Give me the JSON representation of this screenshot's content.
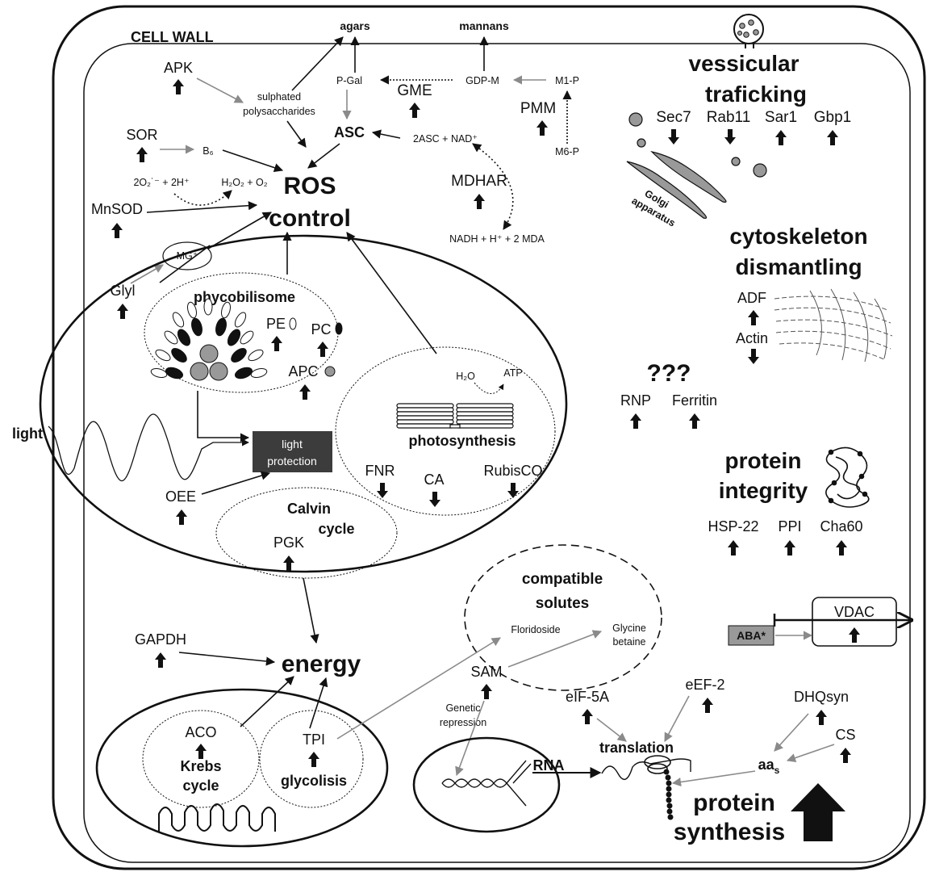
{
  "colors": {
    "arrow_dark": "#111111",
    "arrow_gray": "#8a8a8a",
    "gray_fill": "#999999",
    "box_dark": "#3c3c3c"
  },
  "cell_wall": "CELL WALL",
  "top": {
    "agars": "agars",
    "mannans": "mannans",
    "sulphated_1": "sulphated",
    "sulphated_2": "polysaccharides",
    "pgal": "P-Gal",
    "gdpm": "GDP-M",
    "m1p": "M1-P",
    "m6p": "M6-P",
    "asc": "ASC",
    "asc_nad": "2ASC + NAD⁺",
    "nadh": "NADH + H⁺ + 2 MDA",
    "b6": "B₆",
    "superoxide": "2O₂˙⁻ + 2H⁺",
    "h2o2": "H₂O₂ + O₂",
    "mg": "MG⁺"
  },
  "ros": {
    "line1": "ROS",
    "line2": "control"
  },
  "enzymes": {
    "apk": "APK",
    "sor": "SOR",
    "mnsod": "MnSOD",
    "glyl": "Glyl",
    "gme": "GME",
    "pmm": "PMM",
    "mdhar": "MDHAR"
  },
  "chloroplast": {
    "phycobilisome": "phycobilisome",
    "pe": "PE",
    "pc": "PC",
    "apc": "APC",
    "h2o": "H₂O",
    "atp": "ATP",
    "photosynthesis": "photosynthesis",
    "fnr": "FNR",
    "ca": "CA",
    "rubisco": "RubisCO",
    "light_protection_1": "light",
    "light_protection_2": "protection",
    "oee": "OEE",
    "calvin_1": "Calvin",
    "calvin_2": "cycle",
    "pgk": "PGK"
  },
  "light": "light",
  "energy": {
    "label": "energy",
    "gapdh": "GAPDH"
  },
  "mito": {
    "aco": "ACO",
    "krebs_1": "Krebs",
    "krebs_2": "cycle",
    "tpi": "TPI",
    "glycolisis": "glycolisis"
  },
  "solutes": {
    "title_1": "compatible",
    "title_2": "solutes",
    "floridoside": "Floridoside",
    "glycine_1": "Glycine",
    "glycine_2": "betaine",
    "sam": "SAM",
    "genetic_1": "Genetic",
    "genetic_2": "repression"
  },
  "nucleus": {
    "rna": "RNA"
  },
  "translation": {
    "label": "translation",
    "eif": "eIF-5A",
    "eef": "eEF-2",
    "dhq": "DHQsyn",
    "cs": "CS",
    "aas": "aa",
    "aas_sub": "s",
    "protein_1": "protein",
    "protein_2": "synthesis"
  },
  "vesicular": {
    "title_1": "vessicular",
    "title_2": "traficking",
    "sec7": "Sec7",
    "rab11": "Rab11",
    "sar1": "Sar1",
    "gbp1": "Gbp1",
    "golgi_1": "Golgi",
    "golgi_2": "apparatus"
  },
  "cytoskeleton": {
    "title_1": "cytoskeleton",
    "title_2": "dismantling",
    "adf": "ADF",
    "actin": "Actin"
  },
  "unknown": {
    "title": "???",
    "rnp": "RNP",
    "ferritin": "Ferritin"
  },
  "protein_integrity": {
    "title_1": "protein",
    "title_2": "integrity",
    "hsp": "HSP-22",
    "ppi": "PPI",
    "cha60": "Cha60"
  },
  "vdac": {
    "label": "VDAC",
    "aba": "ABA*"
  }
}
